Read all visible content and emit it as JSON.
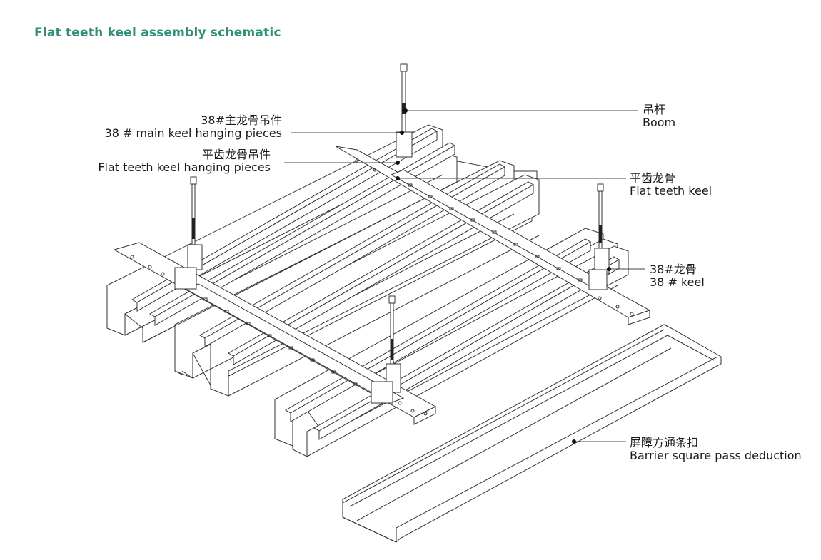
{
  "title": "Flat teeth keel assembly schematic",
  "labels": {
    "main_keel_hanging": {
      "cn": "38#主龙骨吊件",
      "en": "38 # main keel hanging pieces"
    },
    "flat_teeth_hanging": {
      "cn": "平齿龙骨吊件",
      "en": "Flat teeth keel hanging pieces"
    },
    "boom": {
      "cn": "吊杆",
      "en": "Boom"
    },
    "flat_teeth_keel": {
      "cn": "平齿龙骨",
      "en": "Flat teeth keel"
    },
    "keel_38": {
      "cn": "38#龙骨",
      "en": "38 # keel"
    },
    "barrier": {
      "cn": "屏障方通条扣",
      "en": "Barrier square pass deduction"
    }
  },
  "colors": {
    "title": "#2f8f7a",
    "line": "#333333"
  }
}
